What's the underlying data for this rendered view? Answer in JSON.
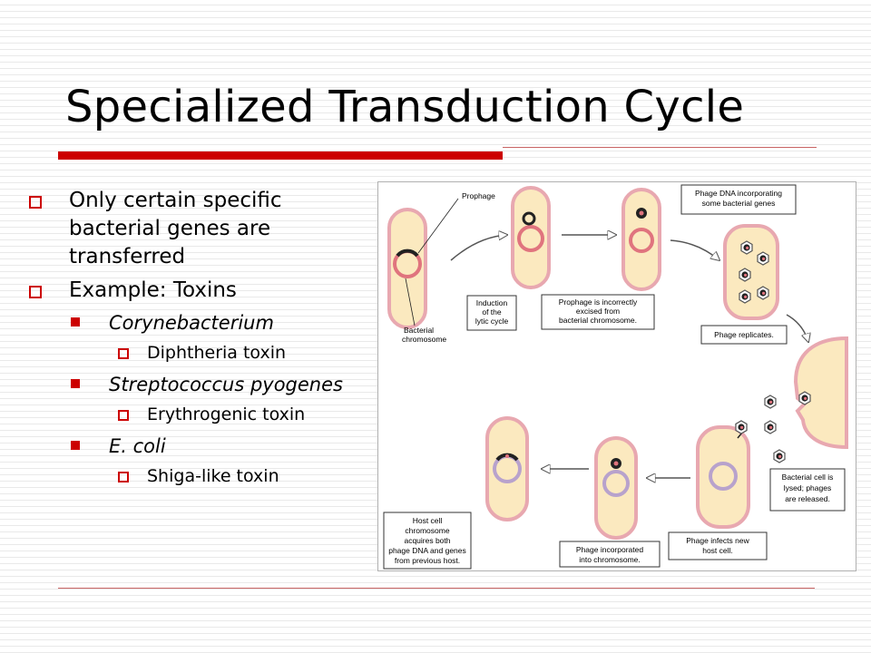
{
  "slide": {
    "title": "Specialized Transduction Cycle",
    "bullets": [
      {
        "text": "Only certain specific bacterial genes are transferred"
      },
      {
        "text": "Example: Toxins",
        "children": [
          {
            "text": "Corynebacterium",
            "sub": "Diphtheria toxin"
          },
          {
            "text": "Streptococcus pyogenes",
            "sub": "Erythrogenic toxin"
          },
          {
            "text": "E. coli",
            "sub": "Shiga-like toxin"
          }
        ]
      }
    ]
  },
  "figure": {
    "labels": {
      "prophage": "Prophage",
      "bacterial_chromosome": [
        "Bacterial",
        "chromosome"
      ],
      "induction": [
        "Induction",
        "of the",
        "lytic cycle"
      ],
      "excised": [
        "Prophage is incorrectly",
        "excised from",
        "bacterial chromosome."
      ],
      "phage_dna": [
        "Phage DNA incorporating",
        "some bacterial genes"
      ],
      "replicates": "Phage replicates.",
      "lysed": [
        "Bacterial cell is",
        "lysed; phages",
        "are released."
      ],
      "infects": [
        "Phage infects new",
        "host cell."
      ],
      "incorporated": [
        "Phage incorporated",
        "into chromosome."
      ],
      "host_acquires": [
        "Host cell",
        "chromosome",
        "acquires both",
        "phage DNA and genes",
        "from previous host."
      ]
    }
  },
  "colors": {
    "accent_red": "#cc0000",
    "cell_fill": "#fbe9bf",
    "cell_wall": "#e8a8b0",
    "chromosome": "#e0747e",
    "host_chromosome": "#b8a2cc"
  }
}
